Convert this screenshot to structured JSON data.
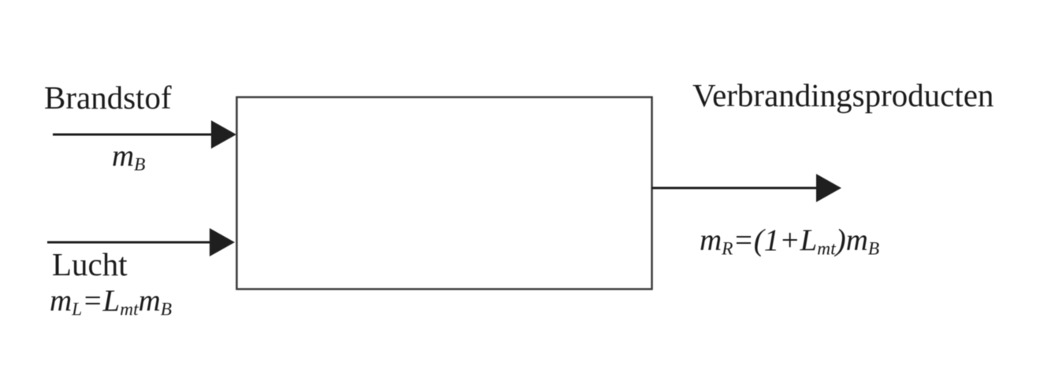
{
  "diagram": {
    "description": "Mass balance block diagram of a combustion process",
    "colors": {
      "background": "#ffffff",
      "line": "#1f1f1f",
      "box_border": "#3b3b3b",
      "text": "#1a1a1a"
    },
    "streams": {
      "fuel": {
        "label": "Brandstof",
        "formula": {
          "var1": "m",
          "sub1": "B"
        }
      },
      "air": {
        "label": "Lucht",
        "formula": {
          "var1": "m",
          "sub1": "L",
          "op1": "=",
          "var2": "L",
          "sub2": "mt",
          "var3": "m",
          "sub3": "B"
        }
      },
      "products": {
        "label": "Verbrandingsproducten",
        "formula": {
          "var1": "m",
          "sub1": "R",
          "op1": "=(1+",
          "var2": "L",
          "sub2": "mt",
          "op2": ")",
          "var3": "m",
          "sub3": "B"
        }
      }
    }
  }
}
